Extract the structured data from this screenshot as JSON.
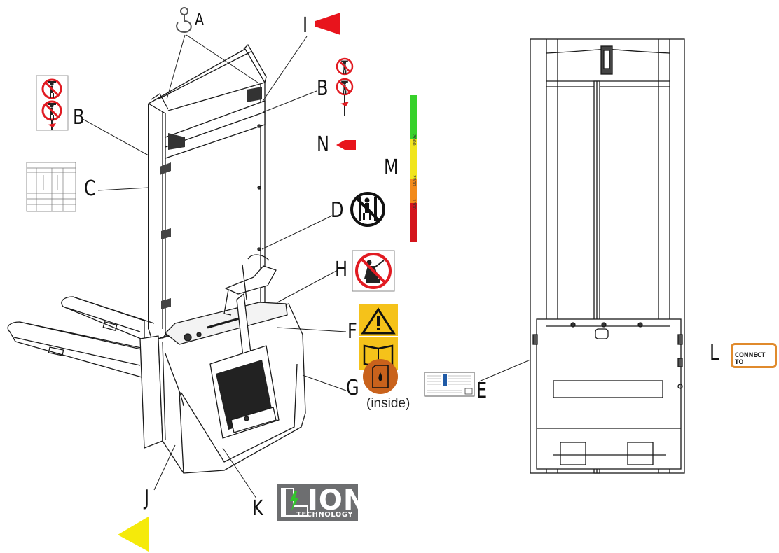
{
  "labels": {
    "A": "A",
    "B_left": "B",
    "B_right": "B",
    "C": "C",
    "D": "D",
    "E": "E",
    "F": "F",
    "G": "G",
    "H": "H",
    "I": "I",
    "J": "J",
    "K": "K",
    "L": "L",
    "M": "M",
    "N": "N"
  },
  "decal_g_note": "(inside)",
  "logo": {
    "word": "ION",
    "sub": "TECHNOLOGY"
  },
  "connect_decal": {
    "text": "CONNECT TO"
  },
  "m_scale_ticks": [
    "3000",
    "2500",
    "1500"
  ],
  "colors": {
    "prohibit_red": "#e11b22",
    "marker_red": "#e8141c",
    "marker_yellow": "#f5ea0a",
    "warning_yellow": "#f5c21a",
    "oil_orange": "#c9621c",
    "logo_grey": "#6d6e70",
    "logo_green": "#33c42c",
    "connect_orange": "#e08a2c",
    "m_green": "#37d12b",
    "m_yellow": "#f1e51d",
    "m_orange": "#f28a1b",
    "m_red": "#d4151c"
  },
  "icons": {
    "hook": "hook-icon",
    "no_standing_under": "no-standing-under-load-icon",
    "no_hands_in_mast": "no-hands-in-mast-icon",
    "no_riding": "no-riding-icon",
    "warning_read_manual": "warning-read-manual-icon",
    "hydraulic_oil": "hydraulic-oil-icon",
    "remote_device": "remote-device-icon"
  }
}
